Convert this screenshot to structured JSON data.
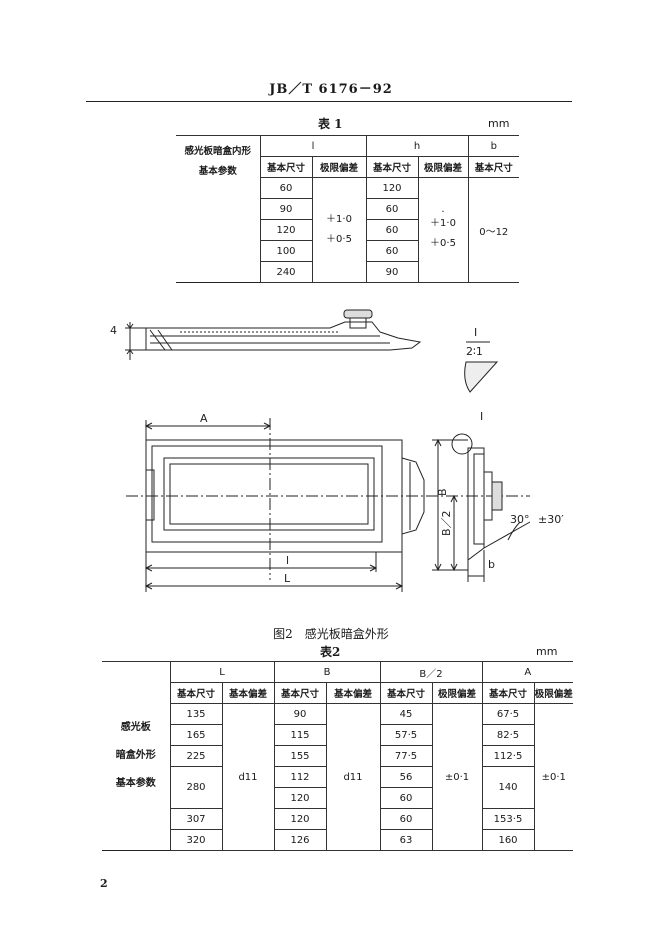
{
  "header": {
    "code": "JB／T 6176－92"
  },
  "table1": {
    "caption": "表 1",
    "unit": "mm",
    "row_label": [
      "感光板暗盒内形",
      "基本参数"
    ],
    "groups": [
      "l",
      "h",
      "b"
    ],
    "subheaders": [
      "基本尺寸",
      "极限偏差",
      "基本尺寸",
      "极限偏差",
      "基本尺寸"
    ],
    "l_values": [
      "60",
      "90",
      "120",
      "100",
      "240"
    ],
    "l_tol_plus": "＋1·0",
    "l_tol_minus": "＋0·5",
    "h_values": [
      "120",
      "60",
      "60",
      "60",
      "90"
    ],
    "h_dot": ".",
    "h_tol_plus": "＋1·0",
    "h_tol_minus": "＋0·5",
    "b_value": "0～12"
  },
  "figure": {
    "caption": "图2　感光板暗盒外形",
    "labels": {
      "dim4": "4",
      "detail_ref": "I",
      "detail_scale": "2∶1",
      "dimA": "A",
      "dimB": "B",
      "dimB2": "B／2",
      "dim_l": "l",
      "dimL": "L",
      "dim_b": "b",
      "angle": "30°",
      "angle_tol": "±30′",
      "detail_mark": "I"
    }
  },
  "table2": {
    "caption": "表2",
    "unit": "mm",
    "row_label": [
      "感光板",
      "暗盒外形",
      "基本参数"
    ],
    "groups": [
      "L",
      "B",
      "B／2",
      "A"
    ],
    "subheaders": [
      "基本尺寸",
      "基本偏差",
      "基本尺寸",
      "基本偏差",
      "基本尺寸",
      "极限偏差",
      "基本尺寸",
      "极限偏差"
    ],
    "L_values": [
      "135",
      "165",
      "225",
      "280",
      "307",
      "320"
    ],
    "L_dev": "d11",
    "B_values": [
      "90",
      "115",
      "155",
      "112",
      "120",
      "120",
      "126"
    ],
    "B_dev": "d11",
    "B2_values": [
      "45",
      "57·5",
      "77·5",
      "56",
      "60",
      "60",
      "63"
    ],
    "B2_tol": "±0·1",
    "A_values": [
      "67·5",
      "82·5",
      "112·5",
      "140",
      "153·5",
      "160"
    ],
    "A_tol": "±0·1"
  },
  "page_number": "2"
}
